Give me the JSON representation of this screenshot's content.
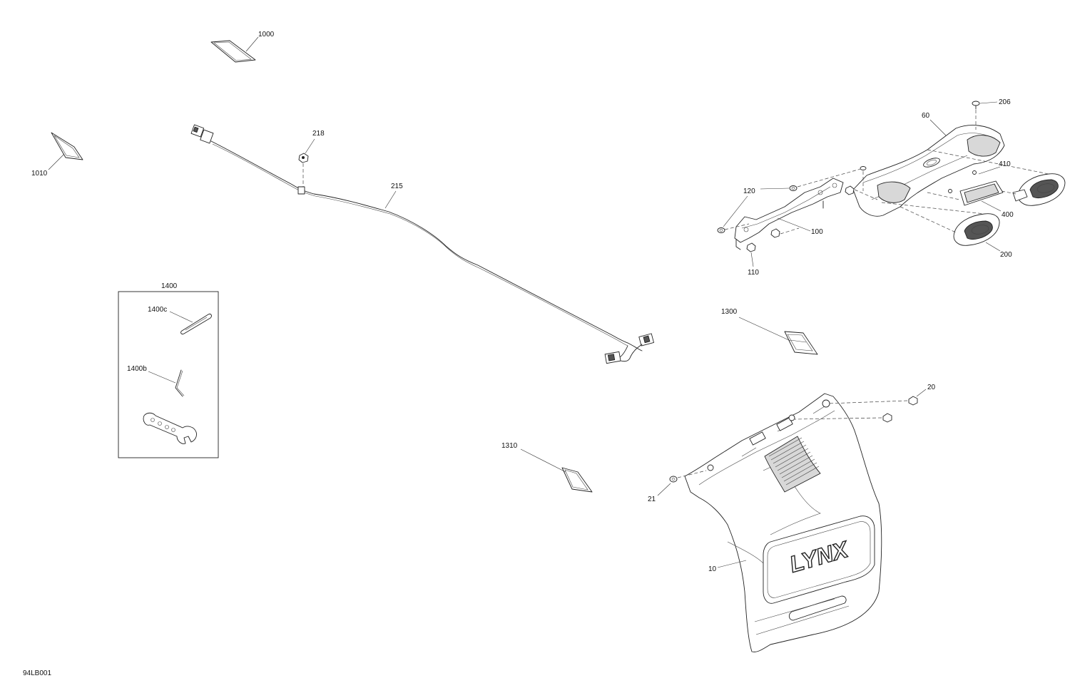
{
  "diagram_code": "94LB001",
  "callouts": {
    "c1000": "1000",
    "c1010": "1010",
    "c218": "218",
    "c215": "215",
    "c1400": "1400",
    "c1400c": "1400c",
    "c1400b": "1400b",
    "c206": "206",
    "c60": "60",
    "c410": "410",
    "c120": "120",
    "c400": "400",
    "c100": "100",
    "c200": "200",
    "c110": "110",
    "c1300": "1300",
    "c20": "20",
    "c1310": "1310",
    "c21": "21",
    "c10": "10"
  },
  "logo_text": "LYNX"
}
